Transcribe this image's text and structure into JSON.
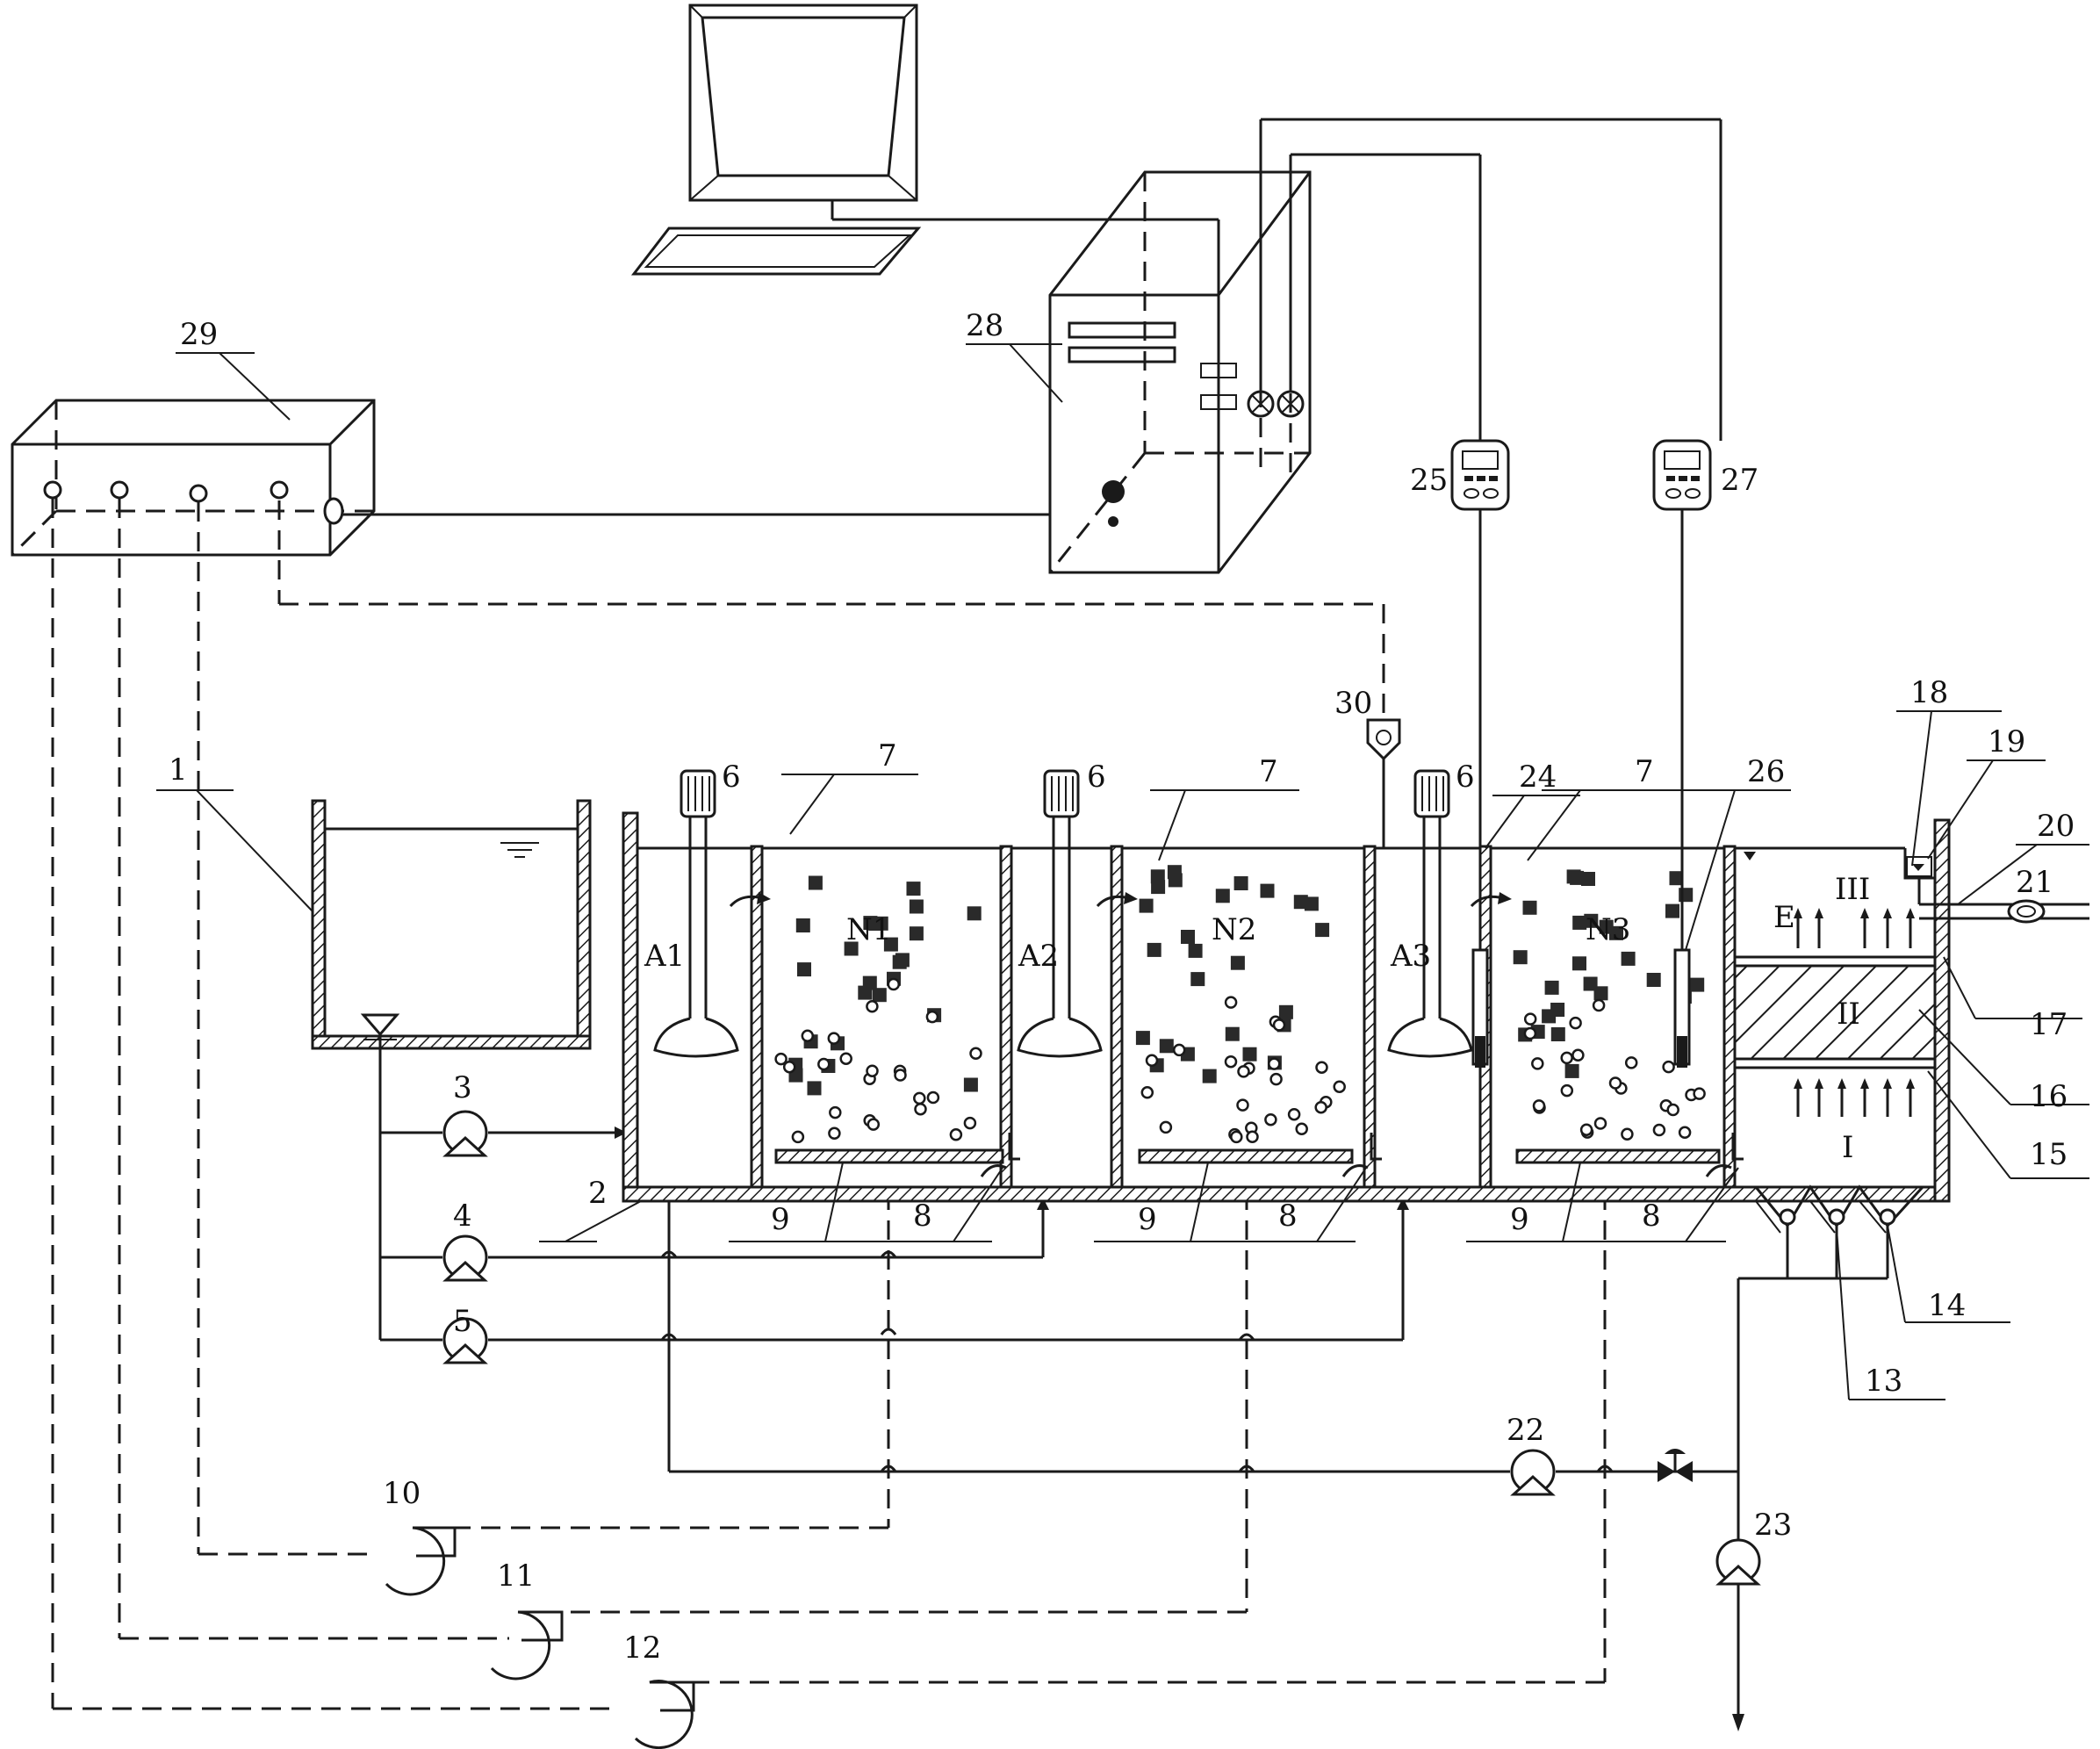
{
  "labels": {
    "n1": "1",
    "n2": "2",
    "n3": "3",
    "n4": "4",
    "n5": "5",
    "n6a": "6",
    "n6b": "6",
    "n6c": "6",
    "n7a": "7",
    "n7b": "7",
    "n7c": "7",
    "n8a": "8",
    "n8b": "8",
    "n8c": "8",
    "n9a": "9",
    "n9b": "9",
    "n9c": "9",
    "n10": "10",
    "n11": "11",
    "n12": "12",
    "n13": "13",
    "n14": "14",
    "n15": "15",
    "n16": "16",
    "n17": "17",
    "n18": "18",
    "n19": "19",
    "n20": "20",
    "n21": "21",
    "n22": "22",
    "n23": "23",
    "n24": "24",
    "n25": "25",
    "n26": "26",
    "n27": "27",
    "n28": "28",
    "n29": "29",
    "n30": "30"
  },
  "zones": {
    "a1": "A1",
    "a2": "A2",
    "a3": "A3",
    "n1": "N1",
    "n2": "N2",
    "n3": "N3",
    "e": "E",
    "z1": "I",
    "z2": "II",
    "z3": "III"
  }
}
